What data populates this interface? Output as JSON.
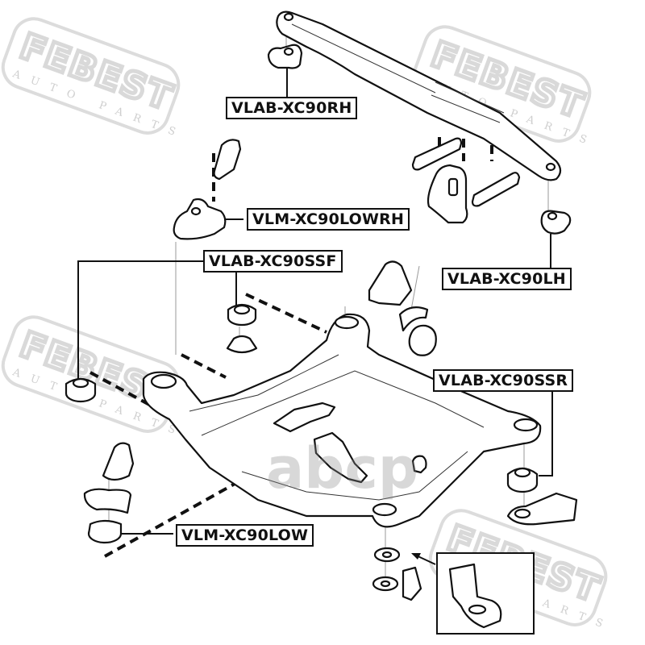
{
  "diagram": {
    "title": "Front subframe and engine mount exploded view",
    "watermark": {
      "brand": "FEBEST",
      "tagline": "AUTO PARTS",
      "overlay": "abcp"
    },
    "callouts": [
      {
        "id": "vlab-xc90rh",
        "label": "VLAB-XC90RH"
      },
      {
        "id": "vlm-xc90lowrh",
        "label": "VLM-XC90LOWRH"
      },
      {
        "id": "vlab-xc90ssf",
        "label": "VLAB-XC90SSF"
      },
      {
        "id": "vlab-xc90lh",
        "label": "VLAB-XC90LH"
      },
      {
        "id": "vlab-xc90ssr",
        "label": "VLAB-XC90SSR"
      },
      {
        "id": "vlm-xc90low",
        "label": "VLM-XC90LOW"
      }
    ],
    "colors": {
      "line": "#111111",
      "watermark": "#d9d9d9",
      "overlay": "#8a8a8a"
    }
  }
}
